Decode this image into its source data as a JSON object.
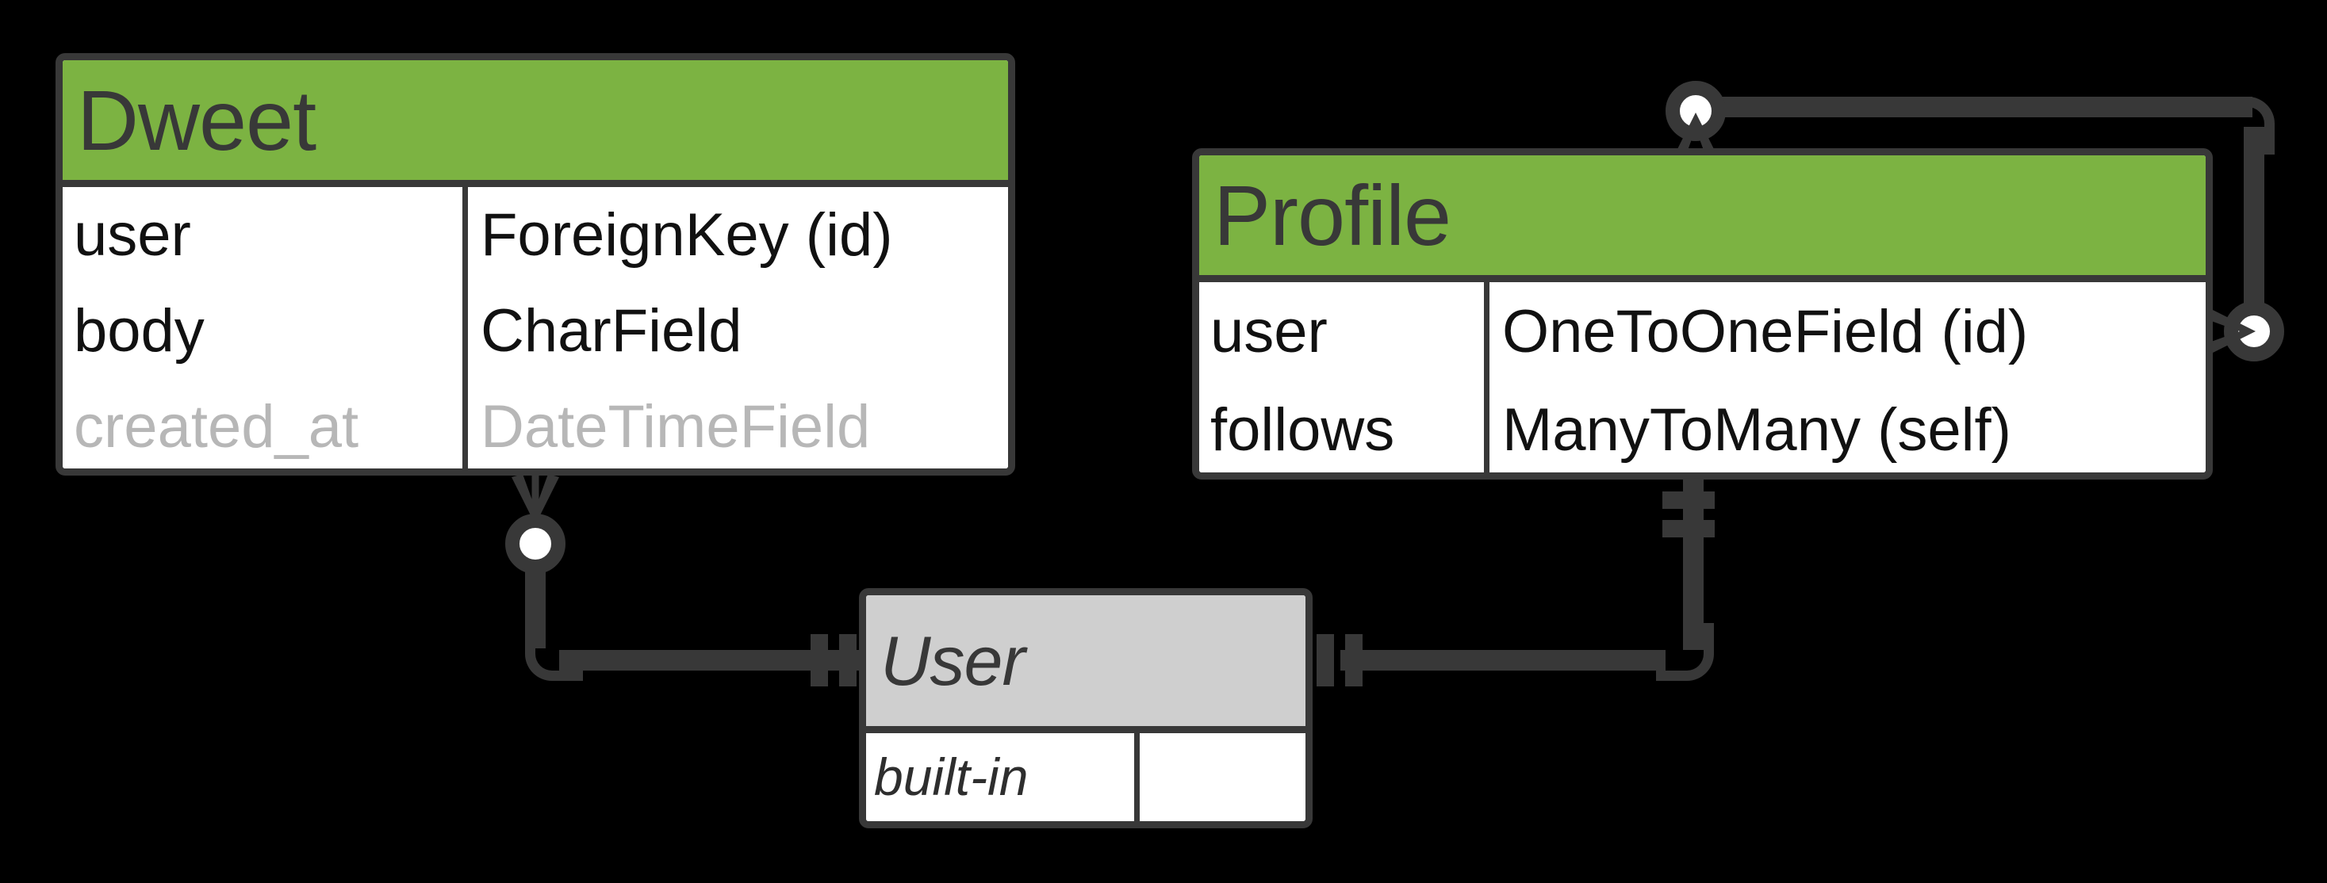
{
  "diagram": {
    "title": "Django models ER diagram",
    "background_color": "#000000",
    "line_color": "#383838",
    "entity_header_color": "#7cb342",
    "builtin_header_color": "#cfcfcf",
    "muted_text_color": "#b7b7b7"
  },
  "entities": [
    {
      "id": "dweet",
      "name": "Dweet",
      "kind": "model",
      "header_color": "#7cb342",
      "fields": [
        {
          "name": "user",
          "type": "ForeignKey (id)",
          "muted": false
        },
        {
          "name": "body",
          "type": "CharField",
          "muted": false
        },
        {
          "name": "created_at",
          "type": "DateTimeField",
          "muted": true
        }
      ]
    },
    {
      "id": "profile",
      "name": "Profile",
      "kind": "model",
      "header_color": "#7cb342",
      "fields": [
        {
          "name": "user",
          "type": "OneToOneField (id)",
          "muted": false
        },
        {
          "name": "follows",
          "type": "ManyToMany (self)",
          "muted": false
        }
      ]
    },
    {
      "id": "user",
      "name": "User",
      "kind": "builtin",
      "header_color": "#cfcfcf",
      "fields": [
        {
          "name": "built-in",
          "type": "",
          "muted": false
        }
      ]
    }
  ],
  "relationships": [
    {
      "id": "dweet-user",
      "from": "Dweet",
      "to": "User",
      "from_cardinality": "zero-or-many",
      "to_cardinality": "one-and-only-one",
      "label": ""
    },
    {
      "id": "profile-user",
      "from": "Profile",
      "to": "User",
      "from_cardinality": "one-and-only-one",
      "to_cardinality": "one-and-only-one",
      "label": ""
    },
    {
      "id": "profile-profile",
      "from": "Profile",
      "to": "Profile",
      "from_cardinality": "zero-or-many",
      "to_cardinality": "zero-or-many",
      "label": ""
    }
  ]
}
